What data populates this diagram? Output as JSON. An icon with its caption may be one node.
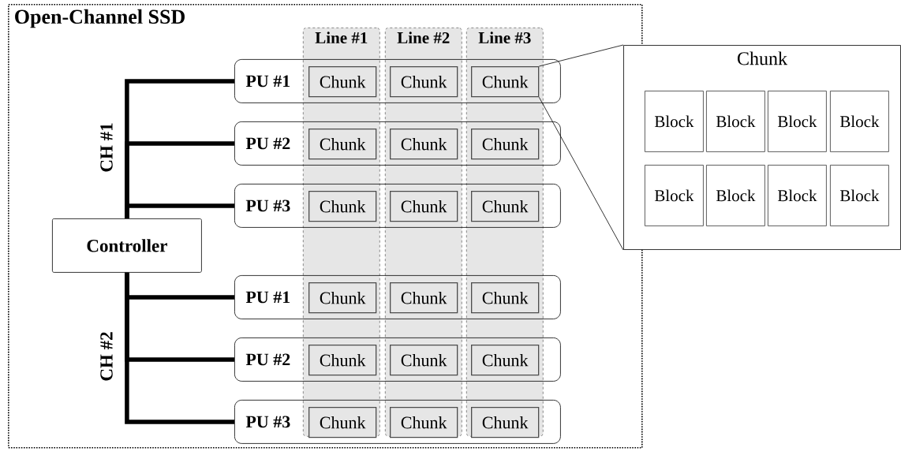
{
  "diagram": {
    "nodes": [
      {
        "text": [
          "Open-Channel SSD"
        ]
      },
      {
        "text": [
          "Line #1"
        ],
        "in": 0
      },
      {
        "text": [
          "Line #2"
        ],
        "in": 0
      },
      {
        "text": [
          "Line #3"
        ],
        "in": 0
      },
      {
        "text": [
          "PU #1"
        ],
        "in": 0
      },
      {
        "text": [
          "Chunk"
        ]
      },
      {
        "text": [
          "Chunk"
        ]
      },
      {
        "text": [
          "Chunk"
        ]
      },
      {
        "text": [
          "PU #2"
        ],
        "in": 0
      },
      {
        "text": [
          "Chunk"
        ]
      },
      {
        "text": [
          "Chunk"
        ]
      },
      {
        "text": [
          "Chunk"
        ]
      },
      {
        "text": [
          "PU #3"
        ],
        "in": 0
      },
      {
        "text": [
          "Chunk"
        ]
      },
      {
        "text": [
          "Chunk"
        ]
      },
      {
        "text": [
          "Chunk"
        ]
      },
      {
        "text": [
          "Controller"
        ],
        "in": 0
      },
      {
        "text": [
          "PU #1"
        ],
        "in": 0
      },
      {
        "text": [
          "Chunk"
        ]
      },
      {
        "text": [
          "Chunk"
        ]
      },
      {
        "text": [
          "Chunk"
        ]
      },
      {
        "text": [
          "PU #2"
        ],
        "in": 0
      },
      {
        "text": [
          "Chunk"
        ]
      },
      {
        "text": [
          "Chunk"
        ]
      },
      {
        "text": [
          "Chunk"
        ]
      },
      {
        "text": [
          "PU #3"
        ],
        "in": 0
      },
      {
        "text": [
          "Chunk"
        ]
      },
      {
        "text": [
          "Chunk"
        ]
      },
      {
        "text": [
          "Chunk"
        ]
      },
      {
        "text": [
          "Chunk"
        ]
      },
      {
        "text": [
          "Block"
        ],
        "in": 29
      },
      {
        "text": [
          "Block"
        ],
        "in": 29
      },
      {
        "text": [
          "Block"
        ],
        "in": 29
      },
      {
        "text": [
          "Block"
        ],
        "in": 29
      },
      {
        "text": [
          "Block"
        ],
        "in": 29
      },
      {
        "text": [
          "Block"
        ],
        "in": 29
      },
      {
        "text": [
          "Block"
        ],
        "in": 29
      },
      {
        "text": [
          "Block"
        ],
        "in": 29
      }
    ],
    "edges": [
      {
        "from": 16,
        "to": 4,
        "arrow": "none"
      },
      {
        "from": 16,
        "to": 8,
        "arrow": "none"
      },
      {
        "from": 16,
        "to": 12,
        "arrow": "none"
      },
      {
        "from": 16,
        "to": 17,
        "arrow": "none"
      },
      {
        "from": 16,
        "to": 21,
        "arrow": "none"
      },
      {
        "from": 16,
        "to": 25,
        "arrow": "none"
      },
      {
        "from": 7,
        "to": 29,
        "arrow": "none"
      },
      {
        "from": 7,
        "to": 29,
        "arrow": "none"
      }
    ],
    "labels": [
      "CH #1",
      "CH #2"
    ]
  }
}
